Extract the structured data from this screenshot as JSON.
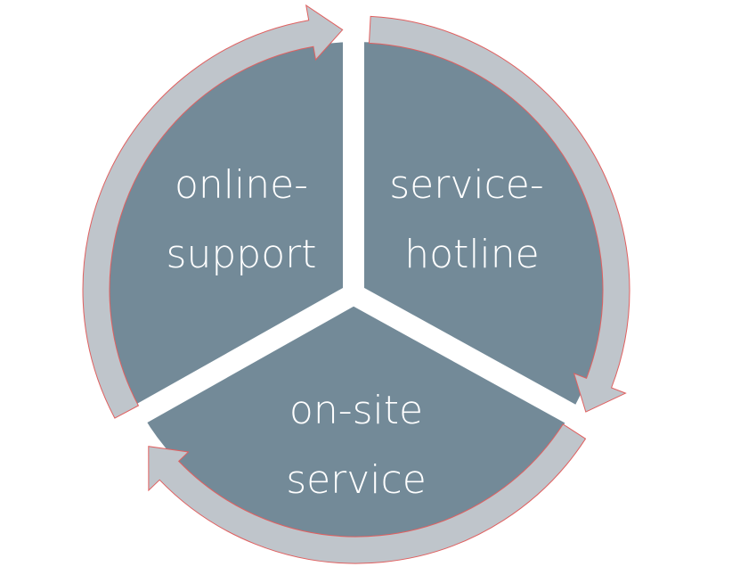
{
  "colors": {
    "sector": "#738a98",
    "arrow": "#bfc5cb",
    "arrow_outline": "#e06060",
    "text": "#ffffff"
  },
  "segments": [
    {
      "line1": "online-",
      "line2": "support"
    },
    {
      "line1": "service-",
      "line2": "hotline"
    },
    {
      "line1": "on-site",
      "line2": "service"
    }
  ]
}
